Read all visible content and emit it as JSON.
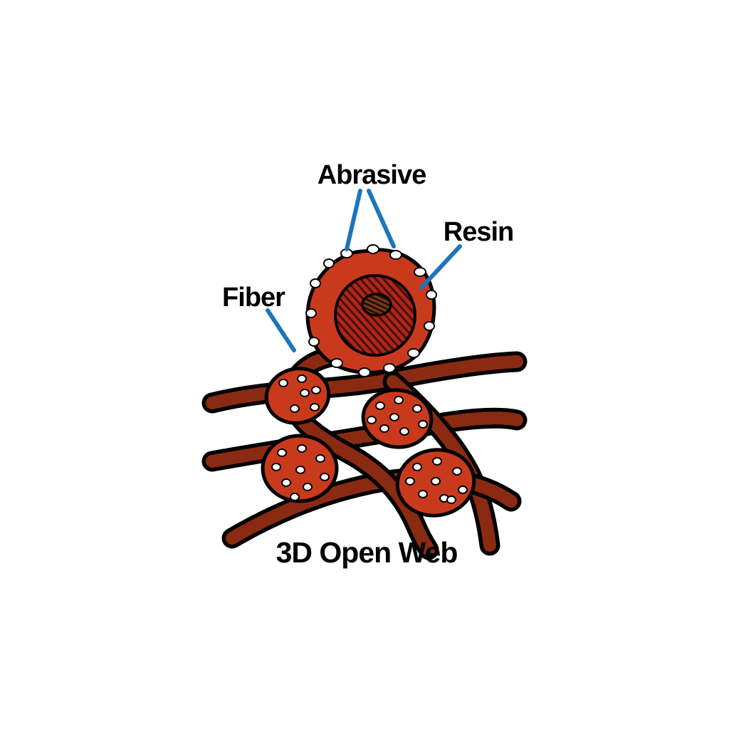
{
  "diagram": {
    "labels": {
      "abrasive": "Abrasive",
      "resin": "Resin",
      "fiber": "Fiber"
    },
    "caption": "3D Open Web",
    "colors": {
      "background": "#FFFFFF",
      "text": "#000000",
      "leader_line": "#1C75BC",
      "fiber_strand": "#8B2A12",
      "strand_outline": "#000000",
      "nodule_fill": "#C93A1D",
      "resin_fill": "#AD2718",
      "resin_hatch": "#4A0C06",
      "fiber_core_fill": "#7A3914",
      "core_hatch": "#1E0B03",
      "abrasive_speck": "#FFFFFF"
    }
  }
}
